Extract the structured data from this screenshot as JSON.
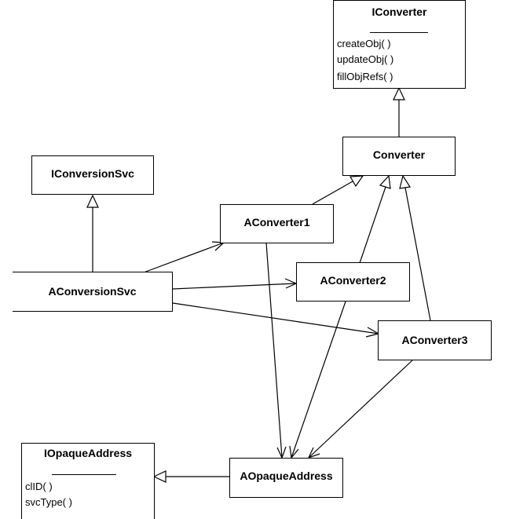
{
  "classes": {
    "iconverter": {
      "name": "IConverter",
      "operations": [
        "createObj( )",
        "updateObj( )",
        "fillObjRefs( )"
      ]
    },
    "converter": {
      "name": "Converter"
    },
    "iconversionsvc": {
      "name": "IConversionSvc"
    },
    "aconverter1": {
      "name": "AConverter1"
    },
    "aconversionsvc": {
      "name": "AConversionSvc"
    },
    "aconverter2": {
      "name": "AConverter2"
    },
    "aconverter3": {
      "name": "AConverter3"
    },
    "iopaqueaddress": {
      "name": "IOpaqueAddress",
      "operations": [
        "clID( )",
        "svcType( )"
      ]
    },
    "aopaqueaddress": {
      "name": "AOpaqueAddress"
    }
  },
  "relations": {
    "inheritance": [
      [
        "Converter",
        "IConverter"
      ],
      [
        "AConverter1",
        "Converter"
      ],
      [
        "AConverter2",
        "Converter"
      ],
      [
        "AConverter3",
        "Converter"
      ],
      [
        "AConversionSvc",
        "IConversionSvc"
      ],
      [
        "AOpaqueAddress",
        "IOpaqueAddress"
      ]
    ],
    "association": [
      [
        "AConversionSvc",
        "AConverter1"
      ],
      [
        "AConversionSvc",
        "AConverter2"
      ],
      [
        "AConversionSvc",
        "AConverter3"
      ],
      [
        "AConverter1",
        "AOpaqueAddress"
      ],
      [
        "AConverter2",
        "AOpaqueAddress"
      ],
      [
        "AConverter3",
        "AOpaqueAddress"
      ]
    ]
  }
}
